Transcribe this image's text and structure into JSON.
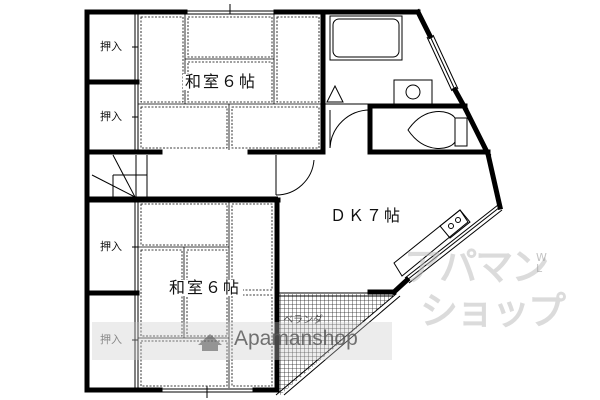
{
  "floor_plan": {
    "rooms": [
      {
        "id": "washitsu-upper",
        "label": "和室６帖",
        "type": "japanese-tatami-room",
        "size_jo": 6
      },
      {
        "id": "washitsu-lower",
        "label": "和室６帖",
        "type": "japanese-tatami-room",
        "size_jo": 6
      },
      {
        "id": "dk",
        "label": "ＤＫ７帖",
        "type": "dining-kitchen",
        "size_jo": 7
      },
      {
        "id": "veranda",
        "label": "ベランダ",
        "type": "balcony"
      }
    ],
    "closets": [
      {
        "label": "押入"
      },
      {
        "label": "押入"
      },
      {
        "label": "押入"
      },
      {
        "label": "押入"
      }
    ],
    "fixtures": [
      "bathtub",
      "washbasin",
      "toilet",
      "stove",
      "sink-counter",
      "stairs",
      "doors"
    ]
  },
  "watermark": {
    "text": "Apamanshop",
    "logo_line1": "アパマン",
    "logo_line2": "ショップ",
    "logo_badge": "WL"
  }
}
